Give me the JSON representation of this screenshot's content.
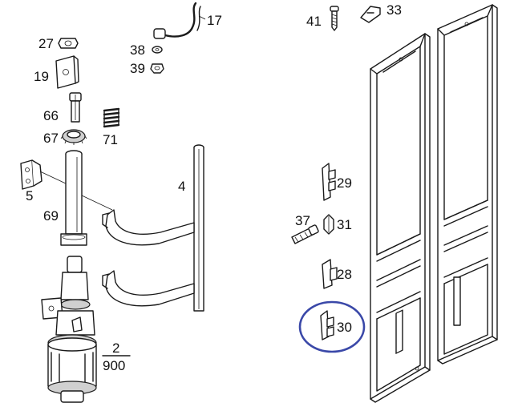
{
  "callouts": {
    "c17": "17",
    "c27": "27",
    "c38": "38",
    "c39": "39",
    "c19": "19",
    "c66": "66",
    "c71": "71",
    "c67": "67",
    "c5": "5",
    "c69": "69",
    "c4": "4",
    "c2": "2",
    "c900": "900",
    "c41": "41",
    "c33": "33",
    "c29": "29",
    "c37": "37",
    "c31": "31",
    "c28": "28",
    "c30": "30"
  },
  "highlight": {
    "target": "30",
    "color": "#3a48a8"
  }
}
